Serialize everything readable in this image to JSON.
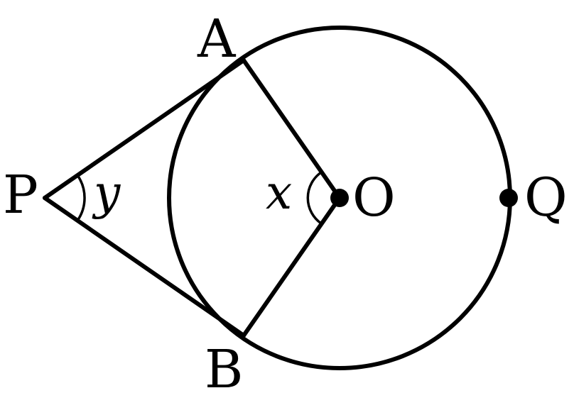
{
  "figure": {
    "points": {
      "A": "A",
      "B": "B",
      "P": "P",
      "O": "O",
      "Q": "Q"
    },
    "angles": {
      "at_P": "y",
      "at_O": "x"
    },
    "line_color": "#000000",
    "background": "#ffffff"
  }
}
